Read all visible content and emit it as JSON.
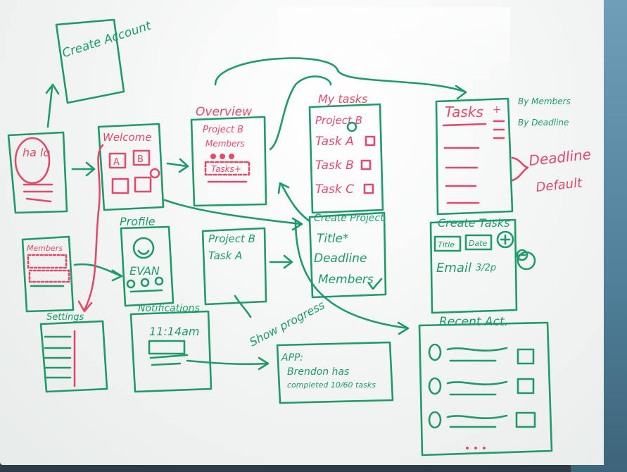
{
  "labels": {
    "create_account": "Create Account",
    "halo": "ha lo",
    "welcome": "Welcome",
    "welcome_a": "A",
    "welcome_b": "B",
    "overview": "Overview",
    "overview_project": "Project B",
    "overview_members": "Members",
    "overview_tasks": "Tasks+",
    "my_tasks": "My tasks",
    "my_tasks_project": "Project B",
    "task_a": "Task A",
    "task_b": "Task B",
    "task_c": "Task C",
    "tasks_title": "Tasks",
    "by_members": "By Members",
    "by_deadline": "By Deadline",
    "deadline_default": "Deadline Default",
    "members_panel": "Members",
    "profile": "Profile",
    "evan": "EVAN",
    "project_task_title": "Project B",
    "project_task_sub": "Task A",
    "create_project": "Create Project",
    "title_field": "Title*",
    "deadline_field": "Deadline",
    "members_field": "Members",
    "create_tasks": "Create Tasks",
    "title_chip": "Title",
    "date_chip": "Date",
    "email": "Email",
    "email_date": "3/2p",
    "settings": "Settings",
    "notifications": "Notifications",
    "time": "11:14am",
    "show_progress": "Show progress",
    "app_line1": "APP:",
    "app_line2": "Brendon has",
    "app_line3": "completed 10/60 tasks",
    "recent_act": "Recent Act."
  },
  "colors": {
    "marker_green": "#1f9a6a",
    "marker_red": "#e04a6b",
    "board": "#f4f6f5"
  }
}
